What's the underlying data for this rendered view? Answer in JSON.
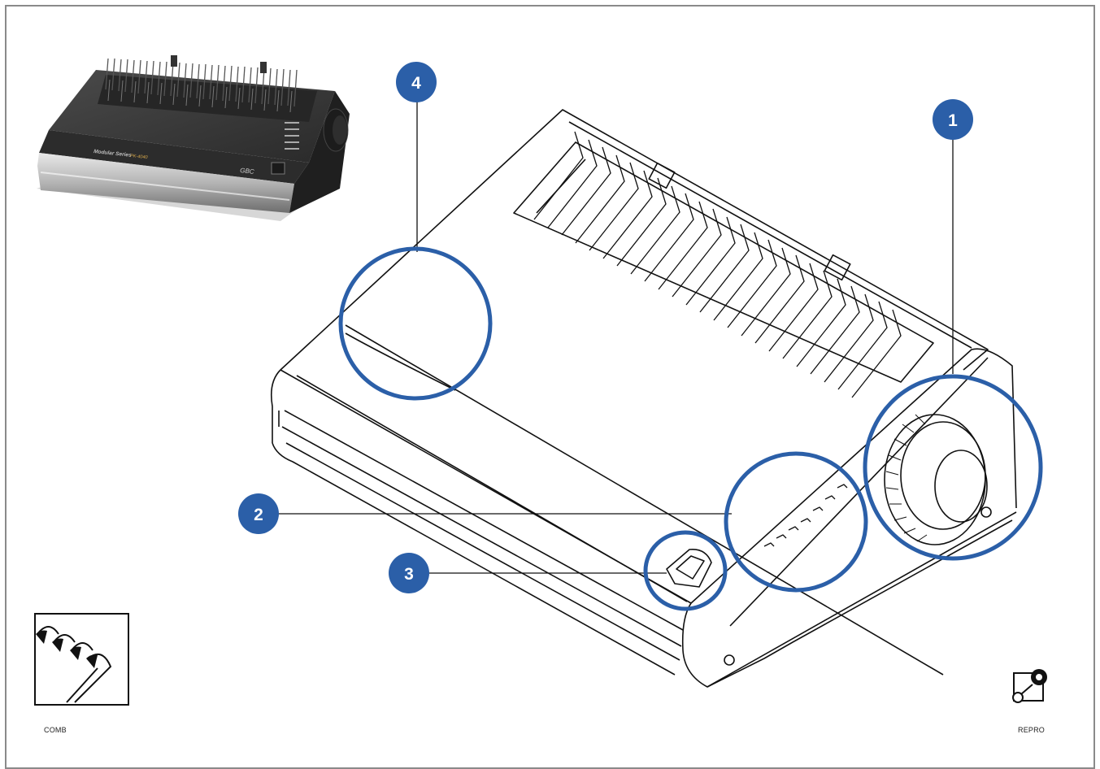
{
  "colors": {
    "callout": "#2b5fa8",
    "line": "#111111",
    "frame": "#8a8a8a"
  },
  "callouts": [
    "1",
    "2",
    "3",
    "4"
  ],
  "labels": {
    "comb": "COMB",
    "repro": "REPRO"
  },
  "photo": {
    "brand_text": "Modular Series",
    "model_text": "PK-4040",
    "logo_text": "GBC"
  },
  "icons": {
    "comb": "comb-binding-icon",
    "repro": "repro-icon"
  }
}
